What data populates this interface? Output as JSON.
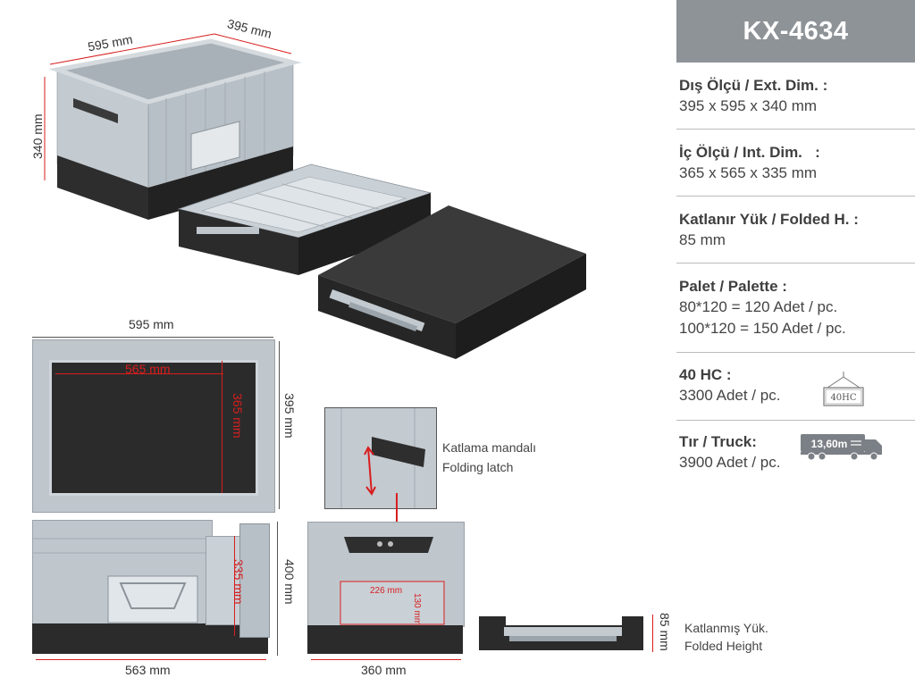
{
  "spec_panel": {
    "title": "KX-4634",
    "items": [
      {
        "label": "Dış Ölçü / Ext. Dim. :",
        "values": [
          "395 x 595 x 340 mm"
        ]
      },
      {
        "label": "İç Ölçü / Int. Dim.   :",
        "values": [
          "365 x 565 x 335 mm"
        ]
      },
      {
        "label": "Katlanır Yük / Folded H. :",
        "values": [
          "85 mm"
        ]
      },
      {
        "label": "Palet / Palette :",
        "values": [
          "80*120 = 120 Adet / pc.",
          "100*120 = 150 Adet / pc."
        ]
      },
      {
        "label": "40 HC :",
        "values": [
          "3300 Adet / pc."
        ],
        "badge": "40HC"
      },
      {
        "label": "Tır / Truck:",
        "values": [
          "3900 Adet / pc."
        ],
        "badge": "13,60m"
      }
    ]
  },
  "dimensions": {
    "iso_width": "595 mm",
    "iso_depth": "395 mm",
    "iso_height": "340 mm",
    "top_outer_width": "595 mm",
    "top_inner_width": "565 mm",
    "top_inner_depth": "365 mm",
    "top_outer_depth": "395 mm",
    "side_inner_height": "335 mm",
    "side_outer_height": "400 mm",
    "side_width": "563 mm",
    "front_width": "360 mm",
    "handle_width": "226 mm",
    "handle_height": "130 mm",
    "folded_height": "85 mm"
  },
  "notes": {
    "latch_tr": "Katlama mandalı",
    "latch_en": "Folding latch",
    "folded_tr": "Katlanmış Yük.",
    "folded_en": "Folded Height"
  },
  "colors": {
    "crate_grey": "#b9c0c6",
    "base_black": "#2b2b2b",
    "accent_red": "#d81e1e",
    "panel_grey": "#8e9398"
  }
}
